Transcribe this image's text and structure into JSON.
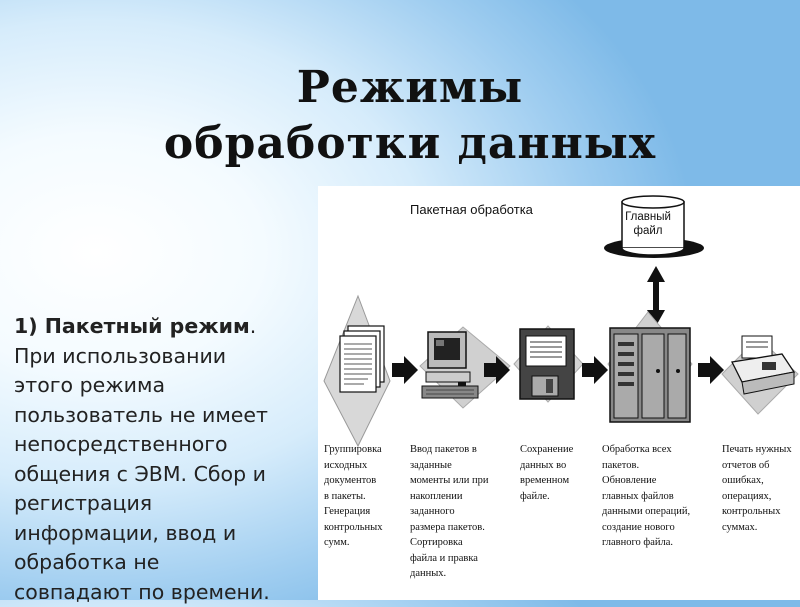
{
  "slide": {
    "title_lines": [
      "Режимы",
      "обработки данных"
    ],
    "body_lead": "1) Пакетный режим",
    "body_lead_punct": ".",
    "body_lines": [
      "При использовании",
      "этого режима",
      "пользователь не имеет",
      "непосредственного",
      "общения с ЭВМ. Сбор и",
      "регистрация",
      "информации, ввод и",
      "обработка не",
      "совпадают по времени."
    ]
  },
  "figure": {
    "title": "Пакетная обработка",
    "database_label_lines": [
      "Главный",
      "файл"
    ],
    "steps": [
      {
        "icon": "documents-icon",
        "caption_lines": [
          "Группировка",
          "исходных",
          "документов",
          "в пакеты.",
          "Генерация",
          "контрольных",
          "сумм."
        ]
      },
      {
        "icon": "computer-icon",
        "caption_lines": [
          "Ввод пакетов в",
          "заданные",
          "моменты или при",
          "накоплении",
          "заданного",
          "размера пакетов.",
          "Сортировка",
          "файла и правка",
          "данных."
        ]
      },
      {
        "icon": "floppy-disk-icon",
        "caption_lines": [
          "Сохранение",
          "данных во",
          "временном",
          "файле."
        ]
      },
      {
        "icon": "mainframe-icon",
        "caption_lines": [
          "Обработка всех",
          "пакетов.",
          "Обновление",
          "главных файлов",
          "данными операций,",
          "создание нового",
          "главного файла."
        ]
      },
      {
        "icon": "printer-icon",
        "caption_lines": [
          "Печать нужных",
          "отчетов об",
          "ошибках,",
          "операциях,",
          "контрольных",
          "суммах."
        ]
      }
    ]
  }
}
